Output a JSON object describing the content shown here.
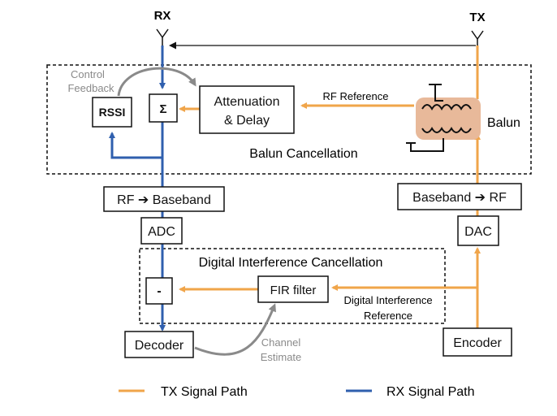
{
  "antennas": {
    "rx": "RX",
    "tx": "TX"
  },
  "labels": {
    "control_feedback_1": "Control",
    "control_feedback_2": "Feedback",
    "rf_reference": "RF Reference",
    "balun": "Balun",
    "balun_cancellation": "Balun Cancellation",
    "digital_interference_cancellation": "Digital Interference Cancellation",
    "digital_ref_1": "Digital Interference",
    "digital_ref_2": "Reference",
    "channel_1": "Channel",
    "channel_2": "Estimate"
  },
  "blocks": {
    "rssi": "RSSI",
    "sum": "Σ",
    "attenuation_1": "Attenuation",
    "attenuation_2": "& Delay",
    "rf_to_baseband": "RF ➔ Baseband",
    "adc": "ADC",
    "minus": "-",
    "fir_filter": "FIR filter",
    "decoder": "Decoder",
    "baseband_to_rf": "Baseband ➔ RF",
    "dac": "DAC",
    "encoder": "Encoder"
  },
  "legend": {
    "tx": "TX Signal Path",
    "rx": "RX Signal Path"
  },
  "colors": {
    "tx": "#f0a54a",
    "rx": "#2f5fae",
    "gray": "#8a8a8a",
    "balun_bg": "#e8b99a"
  }
}
